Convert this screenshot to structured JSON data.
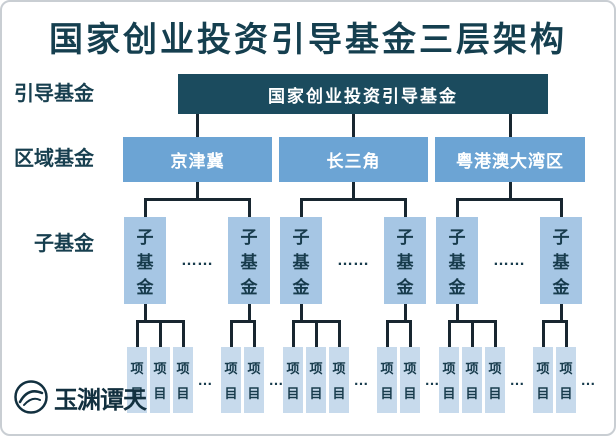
{
  "title": "国家创业投资引导基金三层架构",
  "side_labels": [
    {
      "label": "引导基金"
    },
    {
      "label": "区域基金"
    },
    {
      "label": "子基金"
    }
  ],
  "tree": {
    "root": {
      "label": "国家创业投资引导基金"
    },
    "regions": [
      {
        "label": "京津冀",
        "subfund_ellipsis": "……",
        "subfunds": [
          {
            "label": "子基金",
            "projects": [
              "项目",
              "项目",
              "项目"
            ],
            "ellipsis": "…"
          },
          {
            "label": "子基金",
            "projects": [
              "项目",
              "项目"
            ],
            "ellipsis": "…"
          }
        ]
      },
      {
        "label": "长三角",
        "subfund_ellipsis": "……",
        "subfunds": [
          {
            "label": "子基金",
            "projects": [
              "项目",
              "项目",
              "项目"
            ],
            "ellipsis": "…"
          },
          {
            "label": "子基金",
            "projects": [
              "项目",
              "项目"
            ],
            "ellipsis": "…"
          }
        ]
      },
      {
        "label": "粤港澳大湾区",
        "subfund_ellipsis": "……",
        "subfunds": [
          {
            "label": "子基金",
            "projects": [
              "项目",
              "项目",
              "项目"
            ],
            "ellipsis": "…"
          },
          {
            "label": "子基金",
            "projects": [
              "项目",
              "项目"
            ],
            "ellipsis": "…"
          }
        ]
      }
    ]
  },
  "logo": {
    "text": "玉渊谭天"
  },
  "colors": {
    "title": "#153f4f",
    "side_label": "#173f4f",
    "level1_fill": "#1b4b5e",
    "level1_text": "#ffffff",
    "level2_fill": "#6ca4d4",
    "level2_text": "#ffffff",
    "level3_fill": "#a6c6e4",
    "level3_text": "#173b4c",
    "level4_fill": "#c7daec",
    "level4_text": "#173b4c",
    "connector": "#182630",
    "ellipsis": "#173b4c",
    "border": "#c9ced3",
    "logo": "#12303f"
  }
}
